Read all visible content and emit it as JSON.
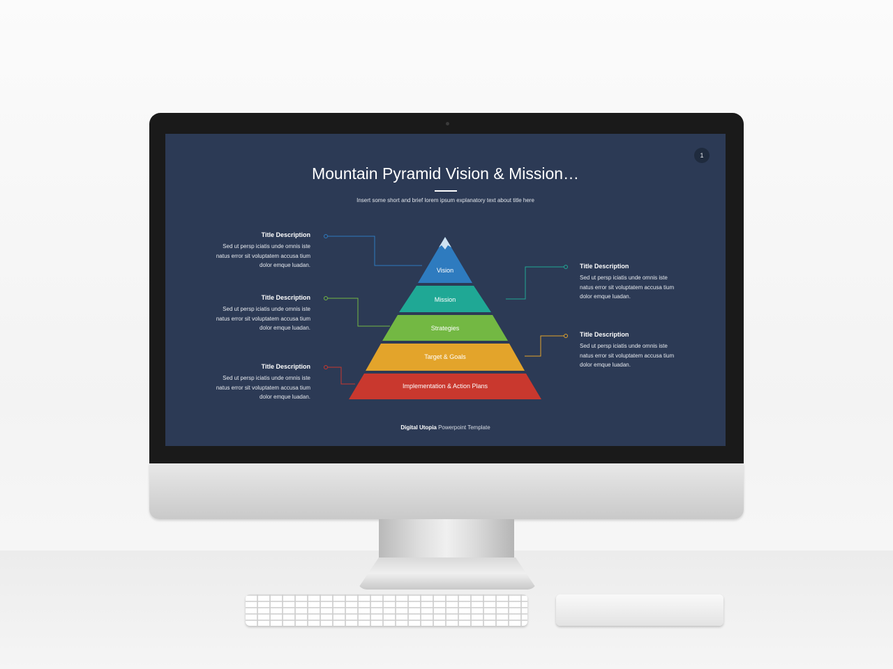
{
  "slide": {
    "page_number": "1",
    "title": "Mountain Pyramid Vision & Mission…",
    "subtitle": "Insert some short and brief lorem ipsum explanatory text about title here",
    "footer_brand": "Digital Utopia",
    "footer_rest": " Powerpoint Template"
  },
  "pyramid": {
    "tiers": [
      {
        "label": "Vision",
        "color": "#2e7bbf"
      },
      {
        "label": "Mission",
        "color": "#1fa895"
      },
      {
        "label": "Strategies",
        "color": "#73b843"
      },
      {
        "label": "Target & Goals",
        "color": "#e3a42b"
      },
      {
        "label": "Implementation & Action Plans",
        "color": "#c9382e"
      }
    ]
  },
  "descriptions": [
    {
      "title": "Title Description",
      "line1": "Sed ut persp iciatis unde omnis iste",
      "line2": "natus error sit voluptatem accusa tium",
      "line3": "dolor emque luadan.",
      "color": "#2e7bbf"
    },
    {
      "title": "Title Description",
      "line1": "Sed ut persp iciatis unde omnis iste",
      "line2": "natus error sit voluptatem accusa tium",
      "line3": "dolor emque luadan.",
      "color": "#73b843"
    },
    {
      "title": "Title Description",
      "line1": "Sed ut persp iciatis unde omnis iste",
      "line2": "natus error sit voluptatem accusa tium",
      "line3": "dolor emque luadan.",
      "color": "#c9382e"
    },
    {
      "title": "Title Description",
      "line1": "Sed ut persp iciatis unde omnis iste",
      "line2": "natus error sit voluptatem accusa tium",
      "line3": "dolor emque luadan.",
      "color": "#1fa895"
    },
    {
      "title": "Title Description",
      "line1": "Sed ut persp iciatis unde omnis iste",
      "line2": "natus error sit voluptatem accusa tium",
      "line3": "dolor emque luadan.",
      "color": "#e3a42b"
    }
  ]
}
